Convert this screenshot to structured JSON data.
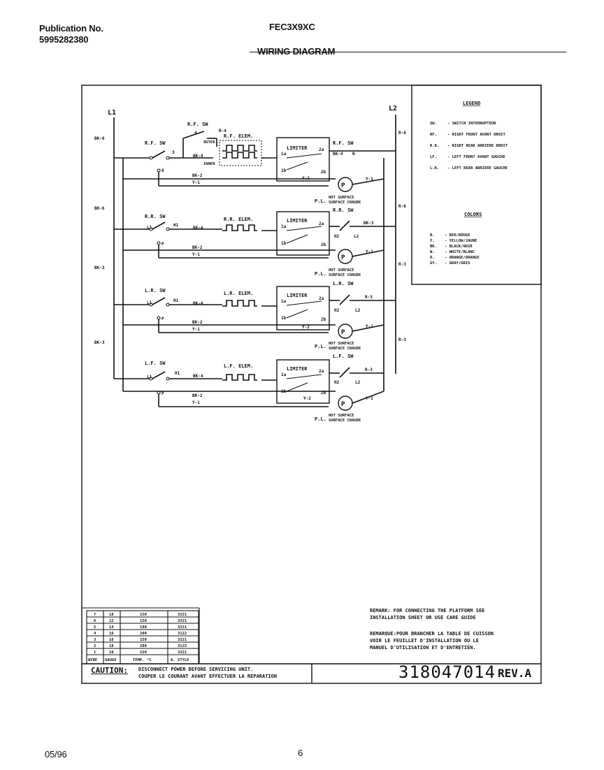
{
  "header": {
    "publication_label": "Publication No.",
    "publication_number": "5995282380",
    "model": "FEC3X9XC",
    "title": "WIRING DIAGRAM"
  },
  "footer": {
    "date": "05/96",
    "page": "6"
  },
  "diagram": {
    "l1": "L1",
    "l2": "L2",
    "wires_left": [
      "BK-6",
      "BK-6",
      "BK-3",
      "BK-3"
    ],
    "wires_right": [
      "R-6",
      "R-6",
      "R-3",
      "R-3"
    ],
    "rf": {
      "sw_top": "R.F. SW",
      "r4": "R-4",
      "elem": "R.F. ELEM.",
      "sw": "R.F. SW",
      "sw_right": "R.F. SW",
      "bk4a": "BK-4",
      "bk4b": "BK-4",
      "bk2": "BK-2",
      "y1": "Y-1",
      "y1b": "Y-1",
      "y2": "Y-2",
      "num4": "4",
      "num3": "3",
      "num8": "8",
      "num_n": "N",
      "outer": "OUTER",
      "inner": "INNER"
    },
    "rr": {
      "sw": "R.R. SW",
      "elem": "R.R. ELEM.",
      "sw_right": "R.R. SW",
      "bk4": "BK-4",
      "bk2": "BK-2",
      "bk3": "BK-3",
      "y1": "Y-1",
      "y1b": "Y-1",
      "l1": "L1",
      "h1": "H1",
      "h2": "H2",
      "l2": "L2",
      "p": "P"
    },
    "lr": {
      "sw": "L.R. SW",
      "elem": "L.R. ELEM.",
      "sw_right": "L.R. SW",
      "bk4": "BK-4",
      "bk2": "BK-2",
      "r3": "R-3",
      "y1": "Y-1",
      "y1b": "Y-1",
      "y2": "Y-2",
      "l1": "L1",
      "h1": "H1",
      "h2": "H2",
      "l2": "L2",
      "p": "P"
    },
    "lf": {
      "sw": "L.F. SW",
      "elem": "L.F. ELEM.",
      "sw_right": "L.F. SW",
      "bk4": "BK-4",
      "bk2": "BK-2",
      "r3": "R-3",
      "y1": "Y-1",
      "y1b": "Y-1",
      "y2": "Y-2",
      "l1": "L1",
      "h1": "H1",
      "h2": "H2",
      "l2": "L2",
      "p": "P"
    },
    "limiter": "LIMITER",
    "limiter_terms": [
      "1a",
      "2a",
      "1b",
      "2b"
    ],
    "pilot_light": "P.L.",
    "hot_surface": "HOT SURFACE",
    "surface_chaude": "SURFACE CHAUDE"
  },
  "legend": {
    "title": "LEGEND",
    "items": [
      {
        "key": "SW.",
        "text": "- SWITCH INTERRUPTEUR"
      },
      {
        "key": "RF.",
        "text": "- RIGHT FRONT AVANT DROIT"
      },
      {
        "key": "R.R.",
        "text": "- RIGHT REAR ARRIERE DROIT"
      },
      {
        "key": "LF.",
        "text": "- LEFT FRONT AVANT GAUCHE"
      },
      {
        "key": "L.R.",
        "text": "- LEFT REAR ARRIERE GAUCHE"
      }
    ],
    "colors_title": "COLORS",
    "colors": [
      {
        "key": "R.",
        "text": "- RED/ROUGE"
      },
      {
        "key": "Y.",
        "text": "- YELLOW/JAUNE"
      },
      {
        "key": "BK.",
        "text": "- BLACK/NOIR"
      },
      {
        "key": "W.",
        "text": "- WHITE/BLANC"
      },
      {
        "key": "O.",
        "text": "- ORANGE/ORANGE"
      },
      {
        "key": "GY.",
        "text": "- GRAY/GRIS"
      }
    ]
  },
  "wire_table": {
    "headers": [
      "WIRE",
      "GAUGE",
      "TEMP. °C",
      "A. STYLE"
    ],
    "rows": [
      [
        "7",
        "18",
        "150",
        "3321"
      ],
      [
        "6",
        "12",
        "150",
        "3321"
      ],
      [
        "5",
        "14",
        "180",
        "3321"
      ],
      [
        "4",
        "16",
        "200",
        "3122"
      ],
      [
        "3",
        "16",
        "150",
        "3321"
      ],
      [
        "2",
        "18",
        "200",
        "3122"
      ],
      [
        "1",
        "18",
        "150",
        "3321"
      ]
    ]
  },
  "remark": {
    "en_label": "REMARK:",
    "en_text": "FOR CONNECTING THE PLATFORM SEE\nINSTALLATION SHEET OR USE CARE GUIDE",
    "fr_label": "REMARQUE:",
    "fr_text": "POUR BRANCHER LA TABLE DE CUISSON\nVOIR LE FEUILLET D'INSTALLATION OU LE\nMANUEL D'UTILISATION ET D'ENTRETIEN."
  },
  "caution": {
    "label": "CAUTION:",
    "line1": "DISCONNECT POWER BEFORE SERVICING UNIT.",
    "line2": "COUPER LE COURANT AVANT EFFECTUER LA REPARATION"
  },
  "part_number": "318047014",
  "revision": "REV.A"
}
